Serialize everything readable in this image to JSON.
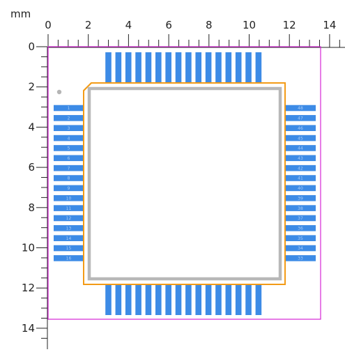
{
  "ruler": {
    "unit": "mm",
    "x_labels": [
      "0",
      "2",
      "4",
      "6",
      "8",
      "10",
      "12",
      "14"
    ],
    "y_labels": [
      "0",
      "2",
      "4",
      "6",
      "8",
      "10",
      "12",
      "14"
    ]
  },
  "package": {
    "pin1_marker": "dot",
    "left_pins": [
      "1",
      "2",
      "3",
      "4",
      "5",
      "6",
      "7",
      "8",
      "9",
      "10",
      "11",
      "12",
      "13",
      "14",
      "15",
      "16"
    ],
    "right_pins": [
      "48",
      "47",
      "46",
      "45",
      "44",
      "43",
      "42",
      "41",
      "40",
      "39",
      "38",
      "37",
      "36",
      "35",
      "34",
      "33"
    ],
    "top_pin_count": 16,
    "bottom_pin_count": 16
  },
  "colors": {
    "pad": "#3d8be6",
    "pad_label": "#a9ccf5",
    "body_outline": "#b8b8b8",
    "courtyard": "#f39b17",
    "boundary": "#d424d4",
    "ruler": "#222222",
    "pin1_dot": "#b5b5b5"
  }
}
